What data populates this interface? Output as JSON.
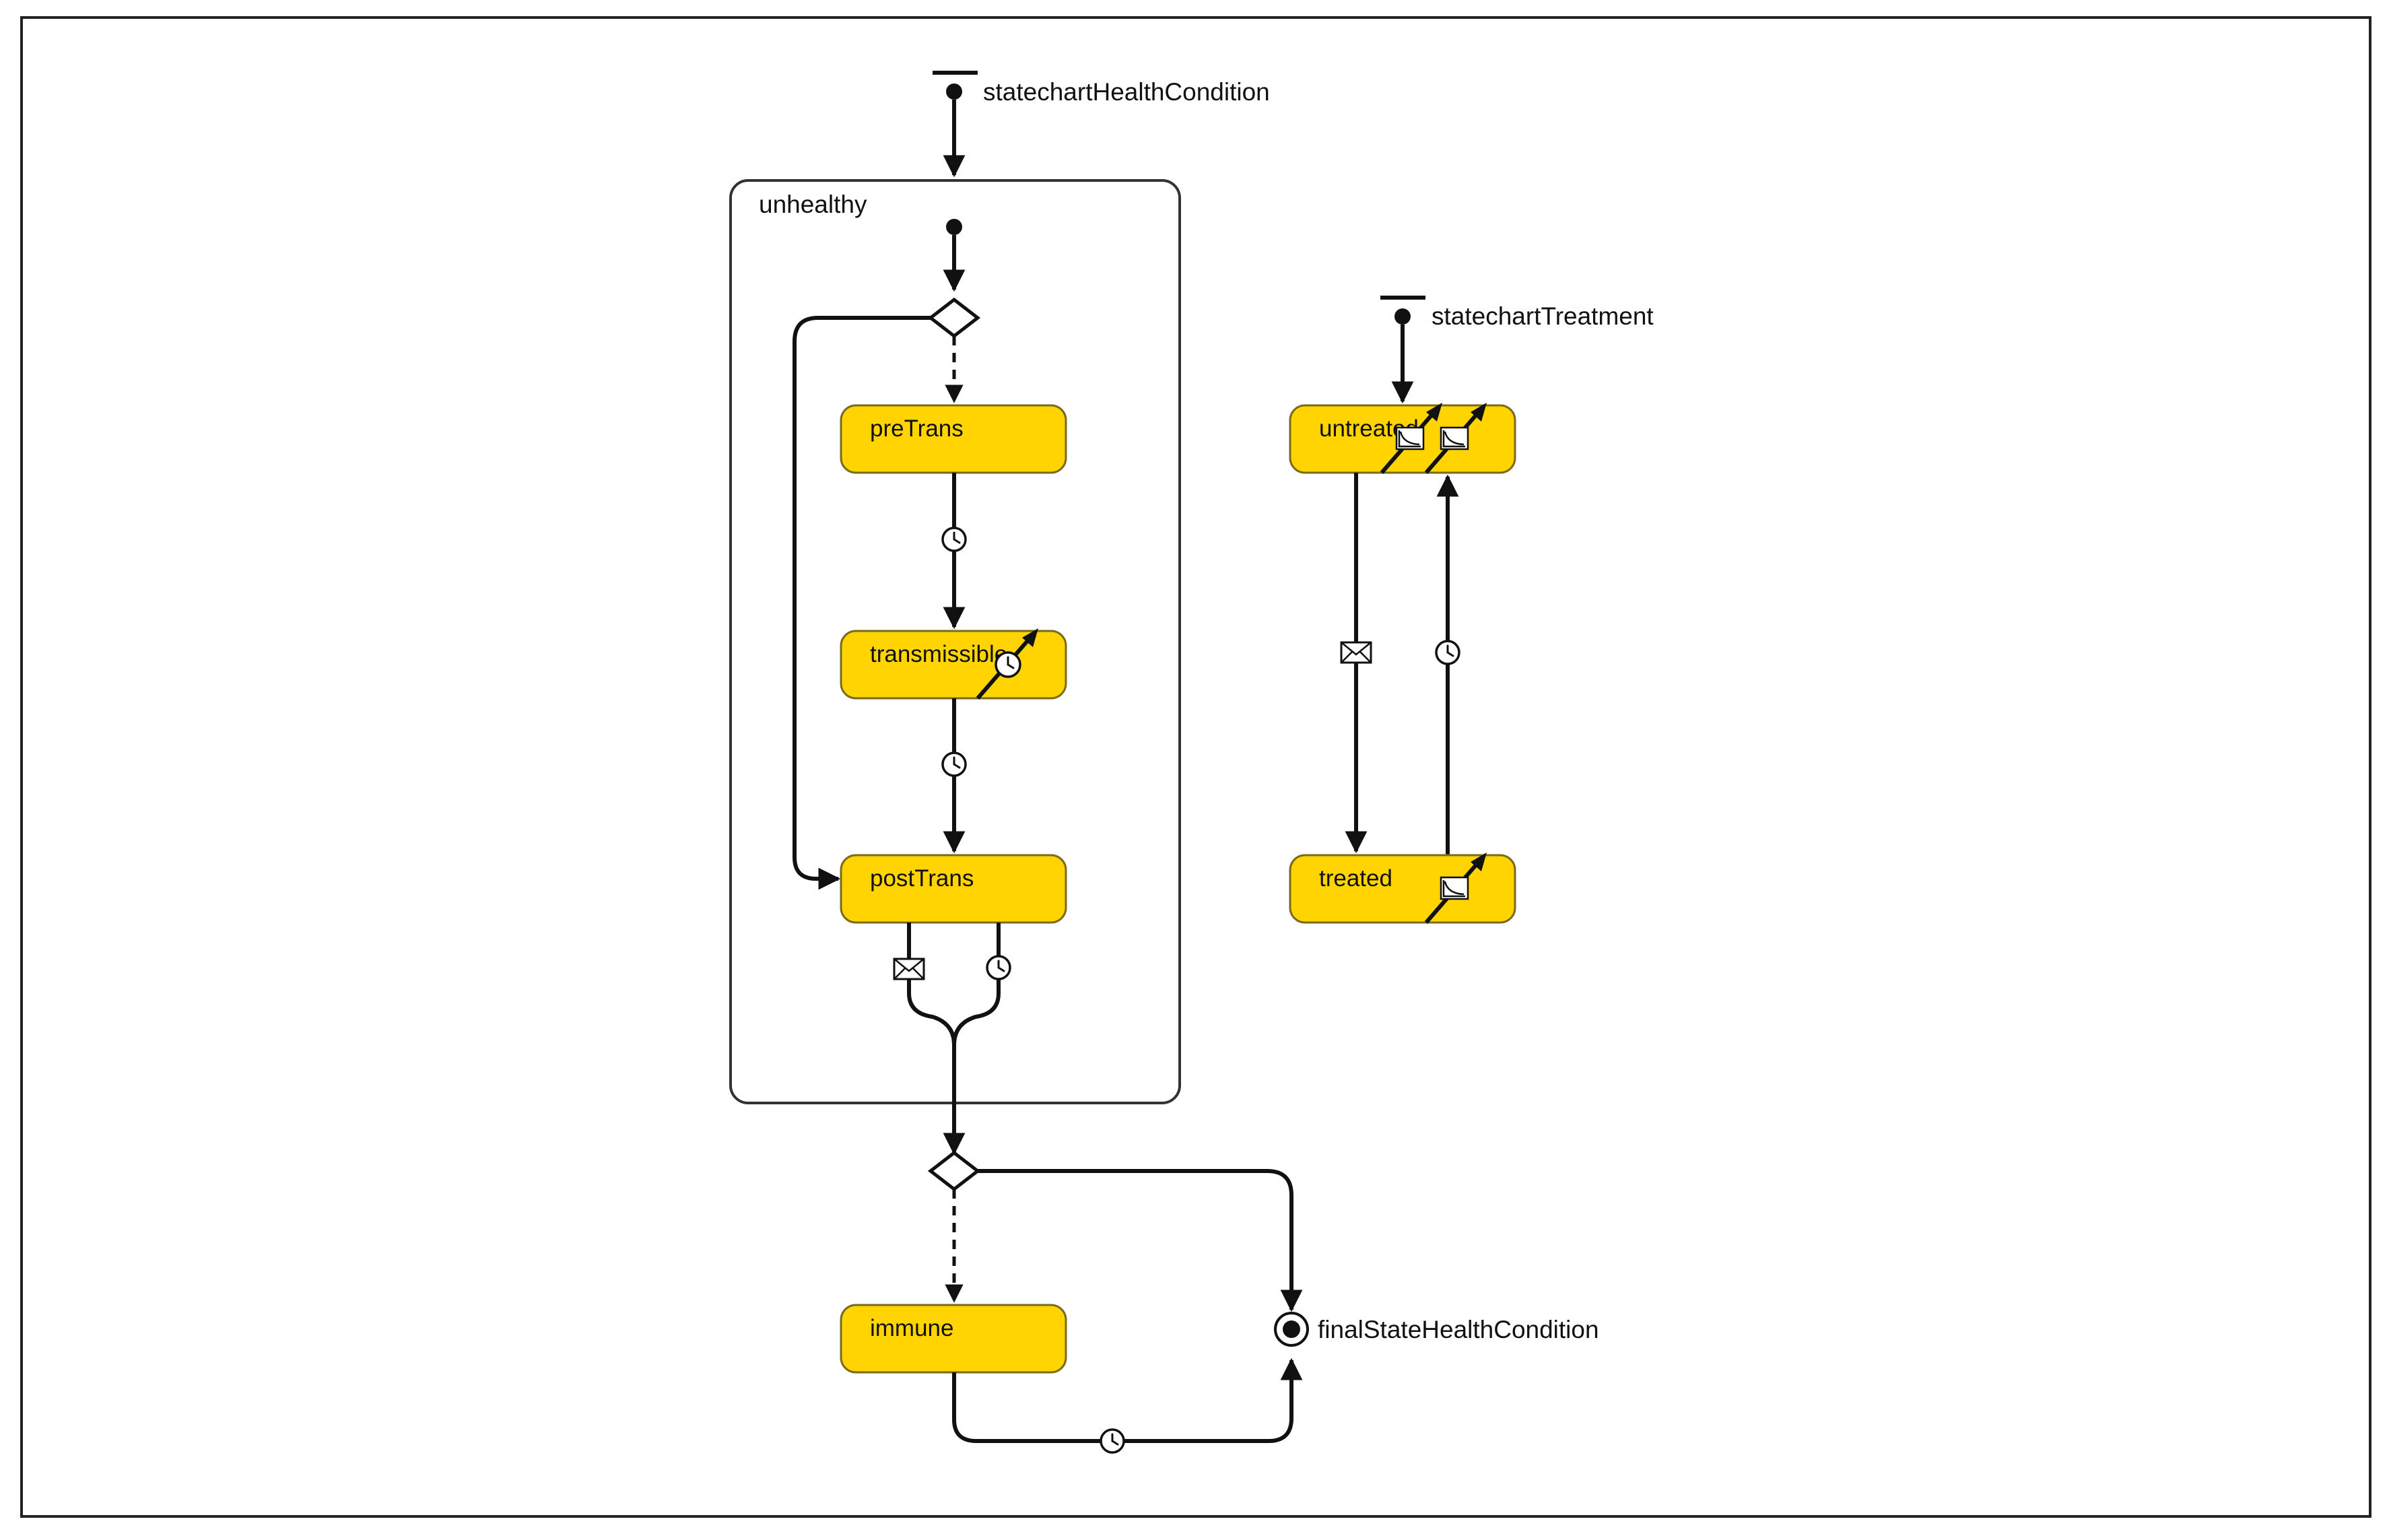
{
  "diagram": {
    "colors": {
      "state_fill": "#FFD400",
      "line": "#111111",
      "frame": "#111111",
      "composite_border": "#333333"
    },
    "start_points": {
      "health": "statechartHealthCondition",
      "treatment": "statechartTreatment"
    },
    "composite_state": {
      "label": "unhealthy"
    },
    "states": {
      "pre_trans": "preTrans",
      "transmissible": "transmissible",
      "post_trans": "postTrans",
      "immune": "immune",
      "untreated": "untreated",
      "treated": "treated"
    },
    "final_state": "finalStateHealthCondition",
    "icons": {
      "timeout": "clock-icon",
      "message": "envelope-icon",
      "rate": "rate-chart-icon"
    }
  }
}
